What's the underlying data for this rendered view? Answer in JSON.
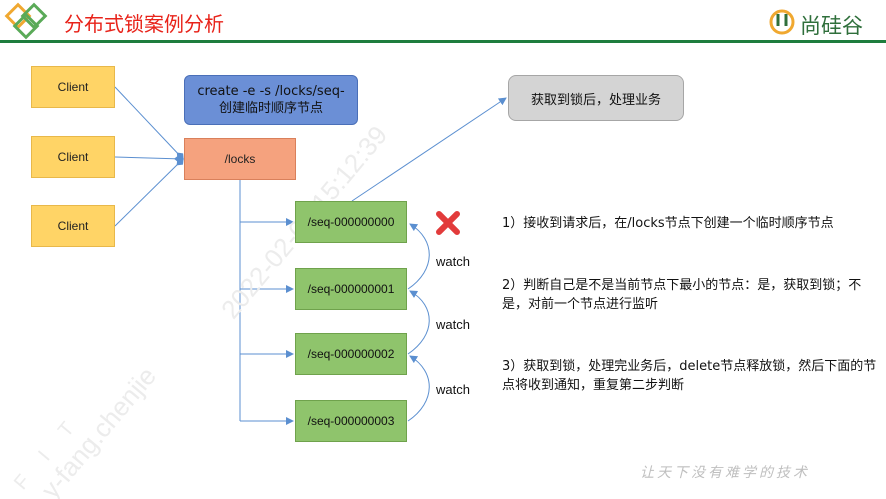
{
  "header": {
    "title": "分布式锁案例分析",
    "brand": "尚硅谷",
    "brand_color": "#2f6f3b",
    "title_color": "#e8231a",
    "rule_color": "#1e7d3e"
  },
  "diagram": {
    "clients": [
      "Client",
      "Client",
      "Client"
    ],
    "create_box": {
      "line1": "create -e -s /locks/seq-",
      "line2": "创建临时顺序节点"
    },
    "locks_node": "/locks",
    "acquired_box": "获取到锁后，处理业务",
    "seq_nodes": [
      "/seq-000000000",
      "/seq-000000001",
      "/seq-000000002",
      "/seq-000000003"
    ],
    "watch_labels": [
      "watch",
      "watch",
      "watch"
    ],
    "fail_icon": "red-x-icon"
  },
  "steps": [
    "1）接收到请求后，在/locks节点下创建一个临时顺序节点",
    "2）判断自己是不是当前节点下最小的节点：是，获取到锁；不是，对前一个节点进行监听",
    "3）获取到锁，处理完业务后，delete节点释放锁，然后下面的节点将收到通知，重复第二步判断"
  ],
  "footer": {
    "slogan": "让天下没有难学的技术"
  },
  "watermarks": [
    "2022-02-09 15:12:39",
    "y-fang.chenjie",
    "F I T"
  ]
}
